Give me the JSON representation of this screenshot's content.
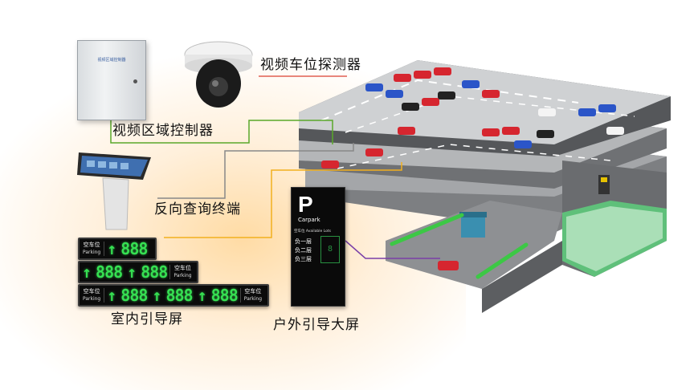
{
  "labels": {
    "camera": "视频车位探测器",
    "controller": "视频区域控制器",
    "kiosk": "反向查询终端",
    "indoor_screen": "室内引导屏",
    "outdoor_screen": "户外引导大屏"
  },
  "cabinet": {
    "plate_text": "视频区域控制器"
  },
  "indoor_signs": {
    "tag_cn": "空车位",
    "tag_en": "Parking",
    "arrow": "↑",
    "digits": "888"
  },
  "outdoor_sign": {
    "p_letter": "P",
    "carpark": "Carpark",
    "available": "空车位   Available Lots",
    "floors": [
      "负一层",
      "负二层",
      "负三层"
    ],
    "digits": "8"
  },
  "colors": {
    "controller_line": "#5aa82a",
    "kiosk_line": "#888888",
    "indoor_line": "#f2b01e",
    "outdoor_line": "#7a3fa8",
    "led_green": "#36e052"
  }
}
